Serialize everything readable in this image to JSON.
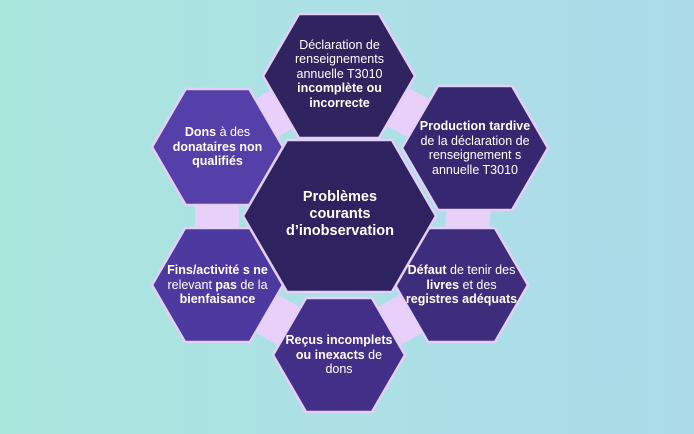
{
  "colors": {
    "connector": "#e8d0fa",
    "border": "#e4cff8",
    "center": "#2e2360",
    "top": "#2f2360",
    "production": "#362870",
    "defaut": "#3e2d7c",
    "recus": "#432f87",
    "fins": "#4c3aa0",
    "dons": "#553fa8"
  },
  "center": {
    "title": "Problèmes courants d’inobservation"
  },
  "items": [
    {
      "id": "declaration",
      "segments": [
        {
          "text": "Déclaration de renseignements annuelle T3010 ",
          "bold": false
        },
        {
          "text": "incomplète ou incorrecte",
          "bold": true
        }
      ]
    },
    {
      "id": "production",
      "segments": [
        {
          "text": "Production tardive",
          "bold": true
        },
        {
          "text": " de la déclaration de renseignement s annuelle T3010",
          "bold": false
        }
      ]
    },
    {
      "id": "defaut",
      "segments": [
        {
          "text": "Défaut",
          "bold": true
        },
        {
          "text": " de tenir des ",
          "bold": false
        },
        {
          "text": "livres",
          "bold": true
        },
        {
          "text": " et des ",
          "bold": false
        },
        {
          "text": "registres adéquats",
          "bold": true
        }
      ]
    },
    {
      "id": "recus",
      "segments": [
        {
          "text": "Reçus incomplets ou inexacts",
          "bold": true
        },
        {
          "text": " de dons",
          "bold": false
        }
      ]
    },
    {
      "id": "fins",
      "segments": [
        {
          "text": "Fins/activité s ne",
          "bold": true
        },
        {
          "text": " relevant ",
          "bold": false
        },
        {
          "text": "pas",
          "bold": true
        },
        {
          "text": " de la ",
          "bold": false
        },
        {
          "text": "bienfaisance",
          "bold": true
        }
      ]
    },
    {
      "id": "dons",
      "segments": [
        {
          "text": "Dons",
          "bold": true
        },
        {
          "text": " à des ",
          "bold": false
        },
        {
          "text": "donataires non qualifiés",
          "bold": true
        }
      ]
    }
  ]
}
